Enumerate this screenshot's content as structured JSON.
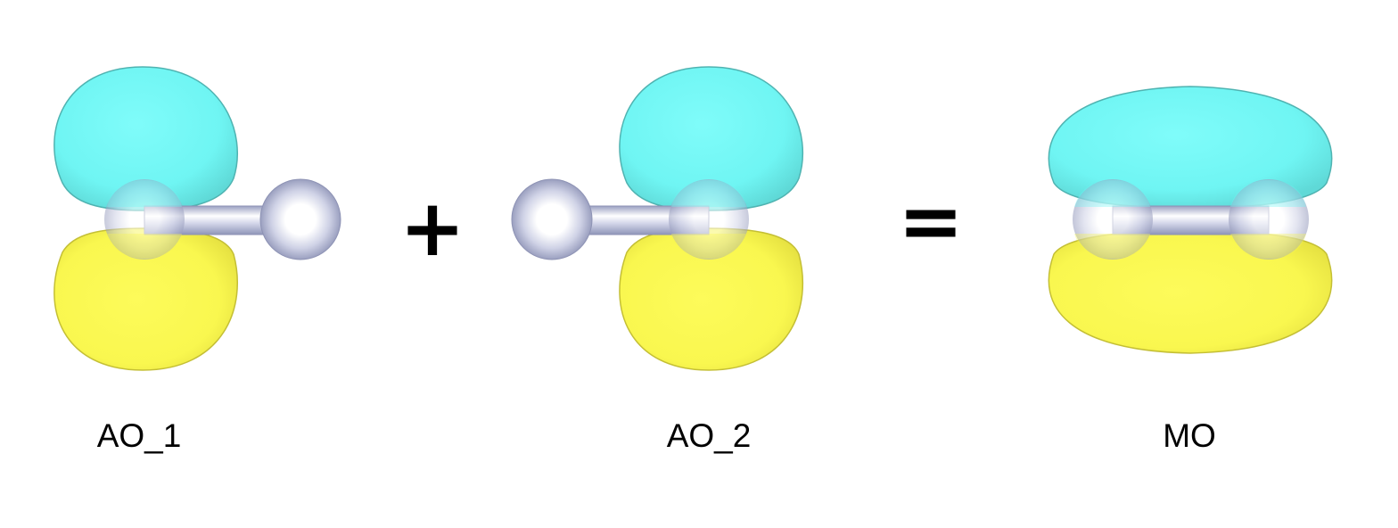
{
  "panels": [
    {
      "label": "AO_1"
    },
    {
      "label": "AO_2"
    },
    {
      "label": "MO"
    }
  ],
  "operators": {
    "plus": "+",
    "equals": "="
  },
  "colors": {
    "positive_lobe": "#6ff5f3",
    "negative_lobe": "#f9f74f",
    "atom": "#c8cbe2",
    "bond": "#c6c9e0",
    "text": "#000000"
  }
}
